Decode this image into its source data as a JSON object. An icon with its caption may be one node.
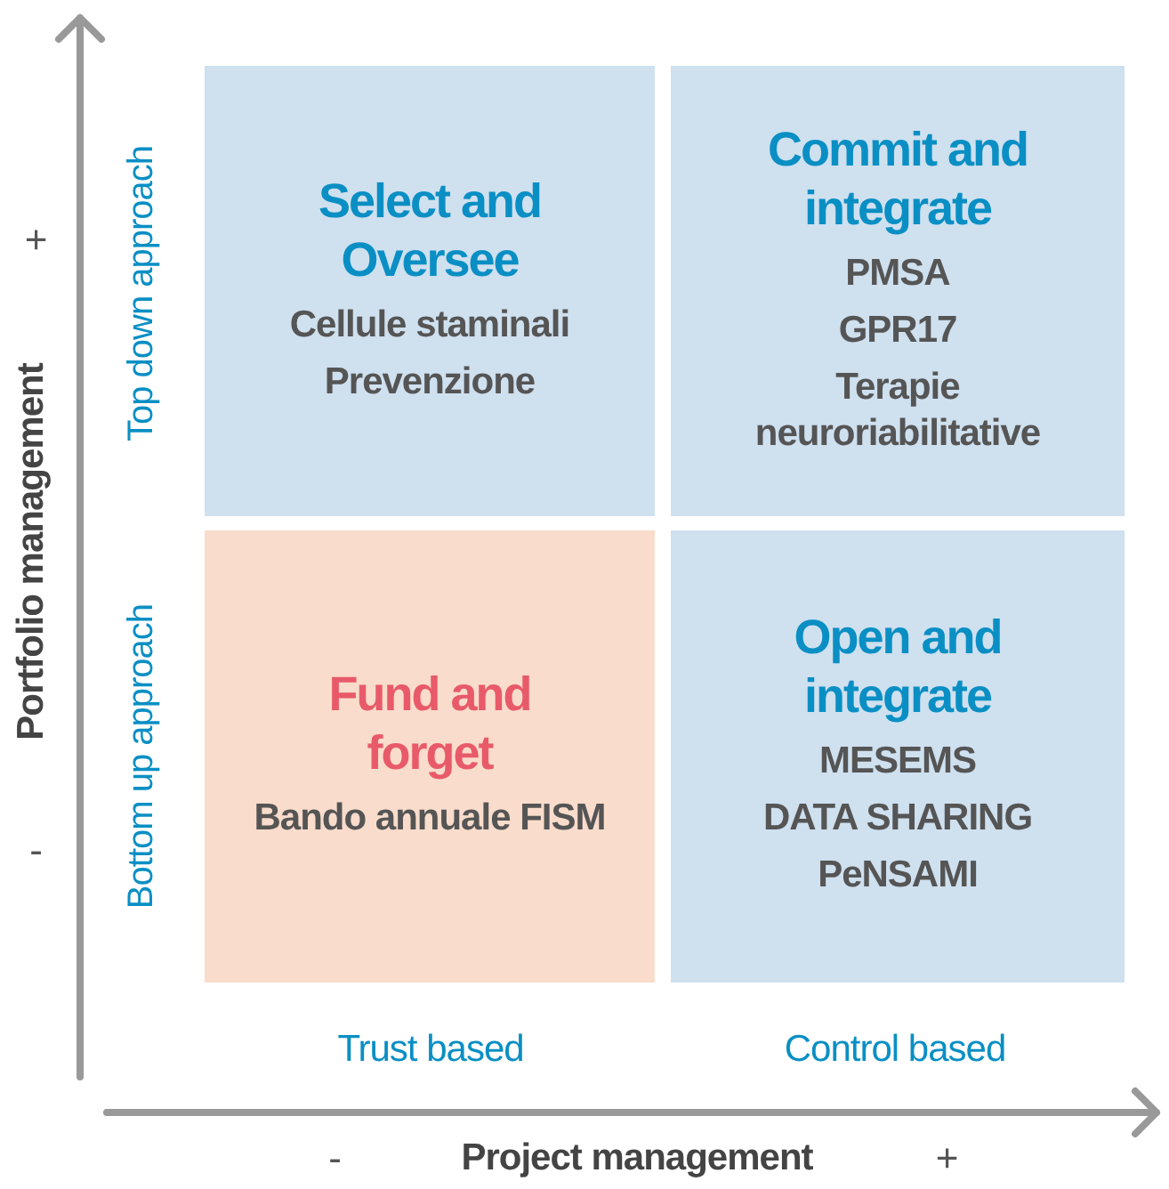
{
  "diagram": {
    "nodes": [
      {
        "text": [
          "Select and Oversee",
          "Cellule staminali",
          "Prevenzione"
        ]
      },
      {
        "text": [
          "Commit and integrate",
          "PMSA",
          "GPR17",
          "Terapie neuroriabilitative"
        ]
      },
      {
        "text": [
          "Fund and forget",
          "Bando annuale FISM"
        ]
      },
      {
        "text": [
          "Open and integrate",
          "MESEMS",
          "DATA SHARING",
          "PeNSAMI"
        ]
      }
    ],
    "labels": [
      "+",
      "Top down approach",
      "Portfolio management",
      "Bottom up approach",
      "-",
      "Trust based",
      "Control based",
      "-",
      "Project management",
      "+"
    ]
  }
}
